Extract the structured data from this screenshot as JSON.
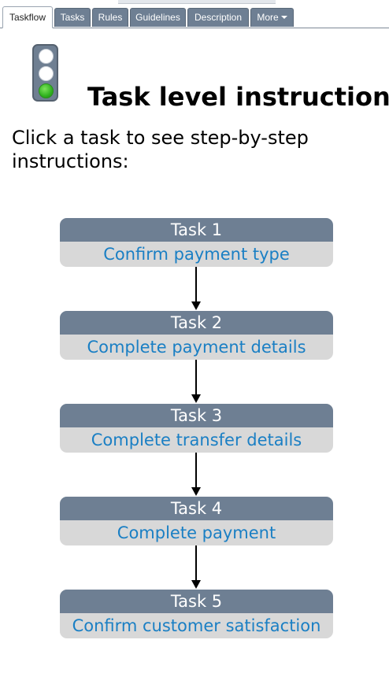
{
  "tabs": [
    {
      "label": "Taskflow",
      "active": true
    },
    {
      "label": "Tasks",
      "active": false
    },
    {
      "label": "Rules",
      "active": false
    },
    {
      "label": "Guidelines",
      "active": false
    },
    {
      "label": "Description",
      "active": false
    },
    {
      "label": "More",
      "active": false,
      "dropdown": true
    }
  ],
  "header": {
    "icon": "traffic-light-icon",
    "title": "Task level instructions",
    "intro": "Click a task to see step-by-step instructions:"
  },
  "tasks": [
    {
      "heading": "Task 1",
      "link": "Confirm payment type"
    },
    {
      "heading": "Task 2",
      "link": "Complete payment details"
    },
    {
      "heading": "Task 3",
      "link": "Complete transfer details"
    },
    {
      "heading": "Task 4",
      "link": "Complete payment"
    },
    {
      "heading": "Task 5",
      "link": "Confirm customer satisfaction"
    }
  ],
  "colors": {
    "tab_background": "#6e7f93",
    "task_header": "#6e7f93",
    "task_body": "#d8d8d8",
    "link": "#1a7fc4",
    "active_lamp": "#2fb11f"
  }
}
